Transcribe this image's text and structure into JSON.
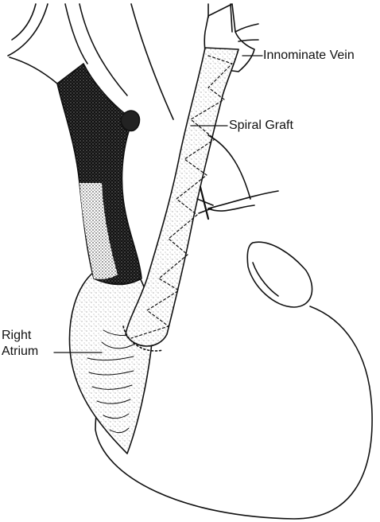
{
  "labels": {
    "innominate_vein": "Innominate Vein",
    "spiral_graft": "Spiral Graft",
    "right_atrium_line1": "Right",
    "right_atrium_line2": "Atrium"
  },
  "colors": {
    "ink": "#111111",
    "background": "#ffffff",
    "graft_fill": "#f1f1f1"
  }
}
